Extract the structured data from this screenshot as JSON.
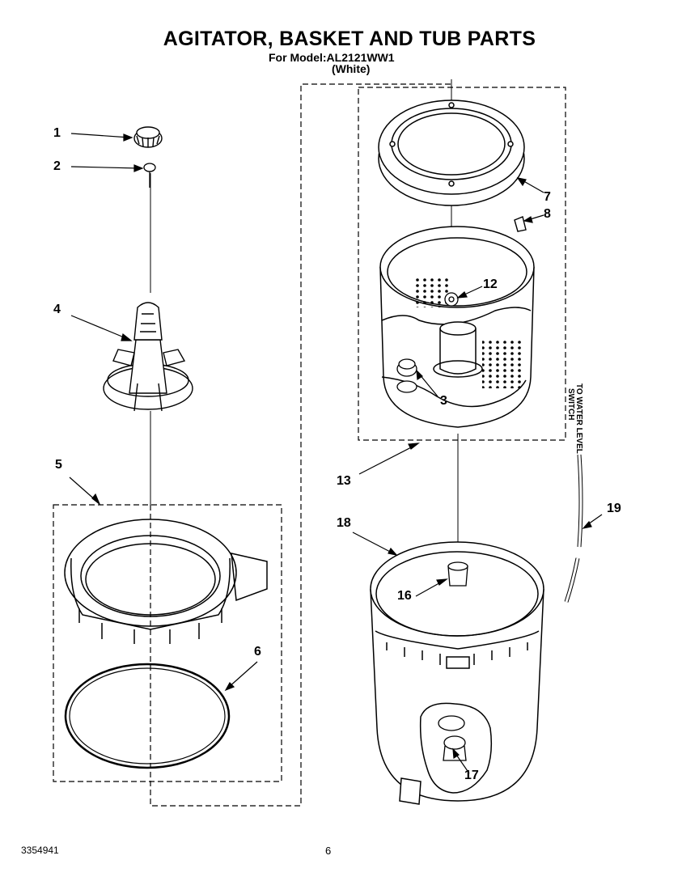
{
  "header": {
    "title": "AGITATOR, BASKET AND TUB PARTS",
    "model_line": "For Model:AL2121WW1",
    "color": "(White)"
  },
  "callouts": [
    "1",
    "2",
    "3",
    "4",
    "5",
    "6",
    "7",
    "8",
    "12",
    "13",
    "16",
    "17",
    "18",
    "19"
  ],
  "side_note": {
    "line1": "TO WATER LEVEL",
    "line2": "SWITCH"
  },
  "footer": {
    "doc_number": "3354941",
    "page": "6"
  }
}
